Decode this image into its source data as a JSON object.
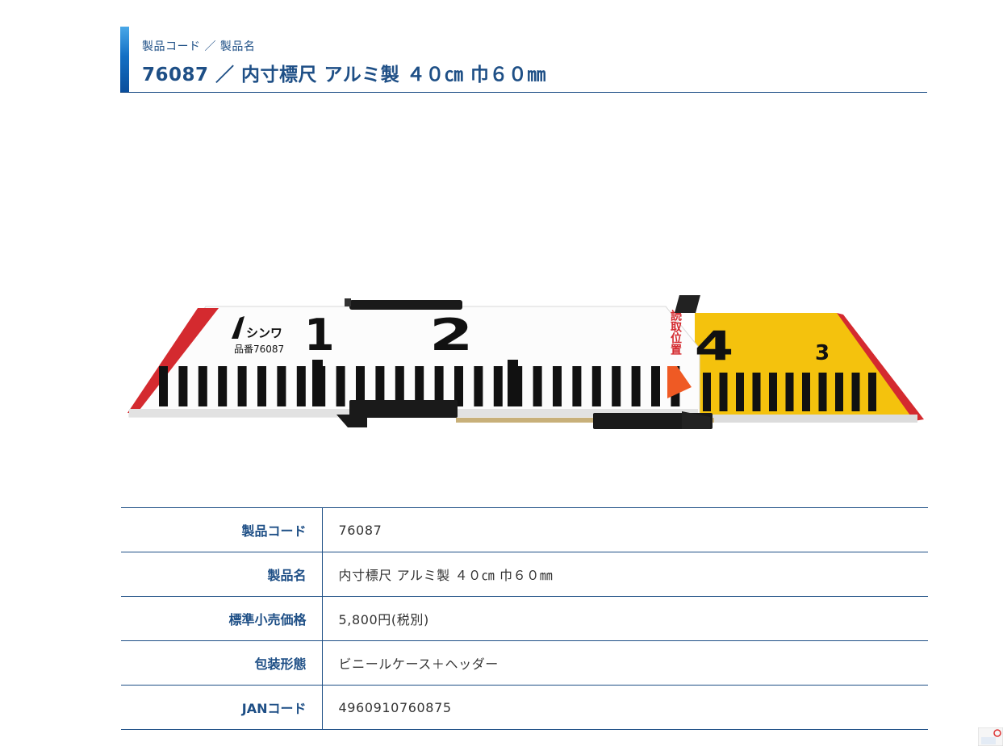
{
  "header": {
    "breadcrumb": "製品コード ／ 製品名",
    "title": "76087 ／ 内寸標尺 アルミ製 ４０㎝ 巾６０㎜"
  },
  "product_image": {
    "brand": "シンワ",
    "model_label": "品番76087",
    "big_numbers": [
      "1",
      "2",
      "4"
    ],
    "small_number": "3",
    "read_position_label": "読取位置",
    "colors": {
      "accent_red": "#d42a2f",
      "scale_yellow": "#f4c20d",
      "scale_black": "#111111",
      "body_white": "#fcfcfc",
      "pointer_orange": "#ef5a24"
    }
  },
  "specs": {
    "rows": [
      {
        "label": "製品コード",
        "value": "76087"
      },
      {
        "label": "製品名",
        "value": "内寸標尺 アルミ製 ４０㎝ 巾６０㎜"
      },
      {
        "label": "標準小売価格",
        "value": "5,800円(税別)"
      },
      {
        "label": "包装形態",
        "value": "ビニールケース＋ヘッダー"
      },
      {
        "label": "JANコード",
        "value": "4960910760875"
      }
    ]
  },
  "corner_widget": {
    "icon": "recaptcha-icon"
  }
}
